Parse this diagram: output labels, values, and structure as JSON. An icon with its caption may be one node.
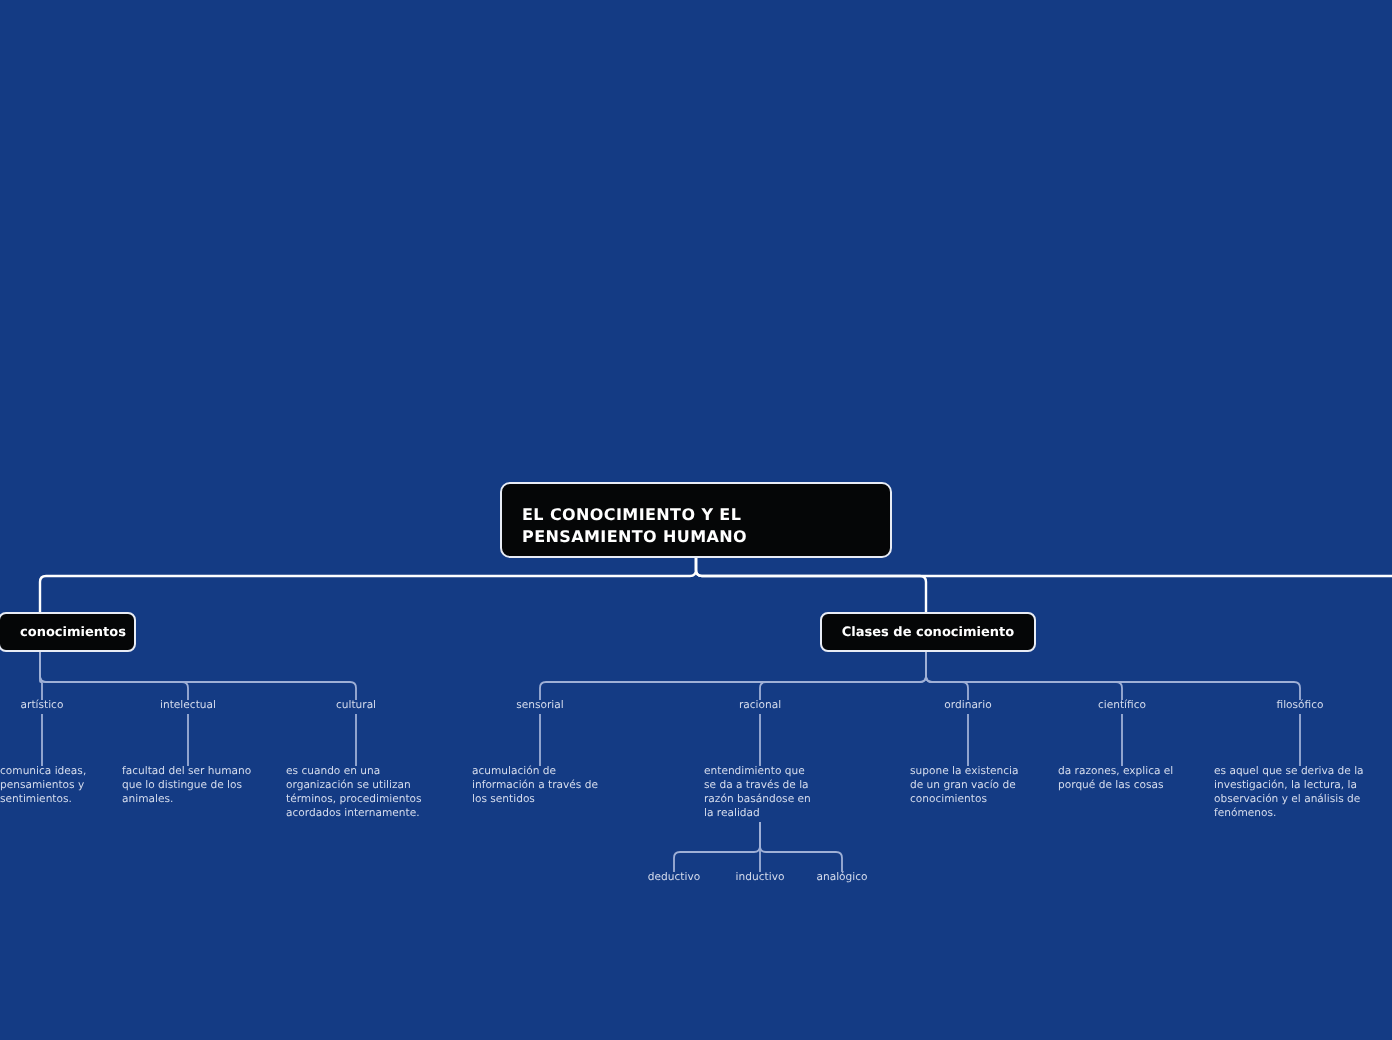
{
  "diagram": {
    "nodes": [
      {
        "text": [
          "EL CONOCIMIENTO Y EL PENSAMIENTO HUMANO"
        ]
      },
      {
        "text": [
          "conocimientos"
        ]
      },
      {
        "text": [
          "Clases de conocimiento"
        ]
      },
      {
        "text": [
          "artístico"
        ]
      },
      {
        "text": [
          "comunica ideas, pensamientos y sentimientos."
        ]
      },
      {
        "text": [
          "intelectual"
        ]
      },
      {
        "text": [
          "facultad del ser humano que lo distingue de los animales."
        ]
      },
      {
        "text": [
          "cultural"
        ]
      },
      {
        "text": [
          "es cuando en una organización se utilizan términos, procedimientos acordados internamente."
        ]
      },
      {
        "text": [
          "sensorial"
        ]
      },
      {
        "text": [
          "acumulación de información a través de los sentidos"
        ]
      },
      {
        "text": [
          "racional"
        ]
      },
      {
        "text": [
          "entendimiento que se da a través de la razón basándose en la realidad"
        ]
      },
      {
        "text": [
          "deductivo"
        ]
      },
      {
        "text": [
          "inductivo"
        ]
      },
      {
        "text": [
          "analógico"
        ]
      },
      {
        "text": [
          "ordinario"
        ]
      },
      {
        "text": [
          "supone la existencia de un gran vacío de conocimientos"
        ]
      },
      {
        "text": [
          "científico"
        ]
      },
      {
        "text": [
          "da razones, explica el porqué de las cosas"
        ]
      },
      {
        "text": [
          "filosófico"
        ]
      },
      {
        "text": [
          "es aquel que se deriva de la investigación, la lectura, la observación y el análisis de fenómenos."
        ]
      }
    ],
    "edges": [
      {
        "from": 0,
        "to": 1,
        "arrow": "none",
        "color": "#ffffff"
      },
      {
        "from": 0,
        "to": 2,
        "arrow": "none",
        "color": "#ffffff"
      },
      {
        "from": 0,
        "to": null,
        "arrow": "none",
        "color": "#ffffff"
      },
      {
        "from": 1,
        "to": 3,
        "arrow": "none"
      },
      {
        "from": 1,
        "to": 5,
        "arrow": "none"
      },
      {
        "from": 1,
        "to": 7,
        "arrow": "none"
      },
      {
        "from": 3,
        "to": 4,
        "arrow": "none"
      },
      {
        "from": 5,
        "to": 6,
        "arrow": "none"
      },
      {
        "from": 7,
        "to": 8,
        "arrow": "none"
      },
      {
        "from": 2,
        "to": 9,
        "arrow": "none"
      },
      {
        "from": 2,
        "to": 11,
        "arrow": "none"
      },
      {
        "from": 2,
        "to": 16,
        "arrow": "none"
      },
      {
        "from": 2,
        "to": 18,
        "arrow": "none"
      },
      {
        "from": 2,
        "to": 20,
        "arrow": "none"
      },
      {
        "from": 9,
        "to": 10,
        "arrow": "none"
      },
      {
        "from": 11,
        "to": 12,
        "arrow": "none"
      },
      {
        "from": 16,
        "to": 17,
        "arrow": "none"
      },
      {
        "from": 18,
        "to": 19,
        "arrow": "none"
      },
      {
        "from": 20,
        "to": 21,
        "arrow": "none"
      },
      {
        "from": 12,
        "to": 13,
        "arrow": "none"
      },
      {
        "from": 12,
        "to": 14,
        "arrow": "none"
      },
      {
        "from": 12,
        "to": 15,
        "arrow": "none"
      }
    ]
  }
}
